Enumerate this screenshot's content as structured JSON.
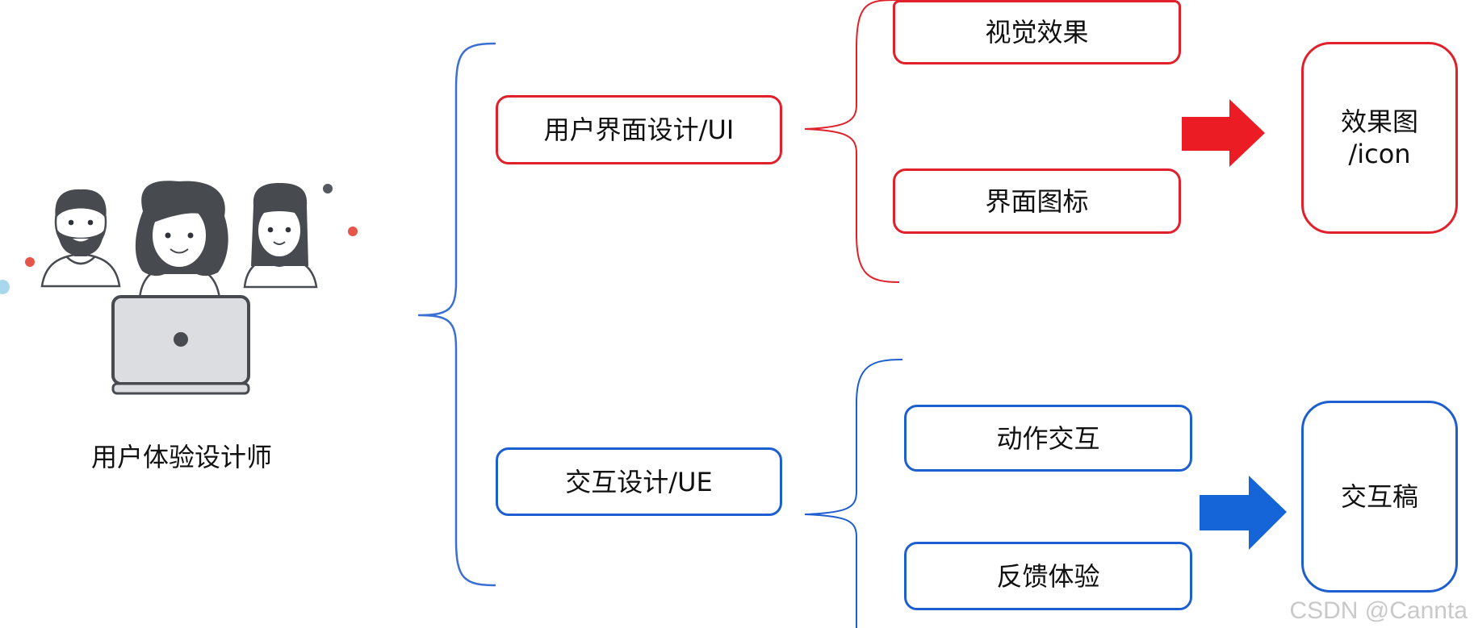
{
  "role": {
    "title": "用户体验设计师",
    "image": "designer-team-illustration"
  },
  "branches": [
    {
      "key": "ui",
      "label": "用户界面设计/UI",
      "color": "#e0202a",
      "children": [
        "视觉效果",
        "界面图标"
      ],
      "result": "效果图\n/icon"
    },
    {
      "key": "ue",
      "label": "交互设计/UE",
      "color": "#1d5fd1",
      "children": [
        "动作交互",
        "反馈体验"
      ],
      "result": "交互稿"
    }
  ],
  "icons": {
    "root_brace": "curly-brace-icon",
    "branch_brace": "curly-brace-icon",
    "arrow": "right-arrow-icon"
  },
  "bracket_color": "#3b6fd3",
  "watermark": "CSDN @Cannta"
}
